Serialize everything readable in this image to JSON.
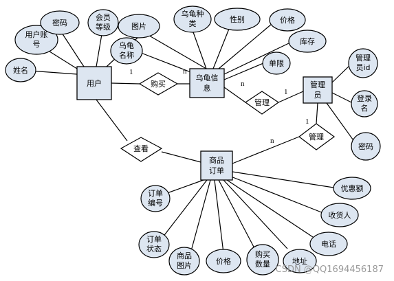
{
  "entities": {
    "user": [
      "用户"
    ],
    "turtle": [
      "乌龟信",
      "息"
    ],
    "admin": [
      "管理",
      "员"
    ],
    "order": [
      "商品",
      "订单"
    ]
  },
  "relationships": {
    "buy": [
      "购买"
    ],
    "manage1": [
      "管理"
    ],
    "manage2": [
      "管理"
    ],
    "view": [
      "查看"
    ]
  },
  "attributes": {
    "name": [
      "姓名"
    ],
    "account": [
      "用户账",
      "号"
    ],
    "user_password": [
      "密码"
    ],
    "member_level": [
      "会员",
      "等级"
    ],
    "image": [
      "图片"
    ],
    "turtle_type": [
      "乌龟种",
      "类"
    ],
    "gender": [
      "性别"
    ],
    "price": [
      "价格"
    ],
    "turtle_name": [
      "乌龟",
      "名称"
    ],
    "stock": [
      "库存"
    ],
    "unit_price": [
      "单限"
    ],
    "admin_id": [
      "管理",
      "员id"
    ],
    "login_name": [
      "登录",
      "名"
    ],
    "admin_password": [
      "密码"
    ],
    "order_no": [
      "订单",
      "编号"
    ],
    "discount": [
      "优惠额"
    ],
    "receiver": [
      "收货人"
    ],
    "phone": [
      "电话"
    ],
    "order_status": [
      "订单",
      "状态"
    ],
    "goods_image": [
      "商品",
      "图片"
    ],
    "order_price": [
      "价格"
    ],
    "qty": [
      "购买",
      "数量"
    ],
    "address": [
      "地址"
    ]
  },
  "cardinalities": {
    "buy_user": "1",
    "buy_turtle": "n",
    "manage1_turtle": "n",
    "manage1_admin": "1",
    "manage2_admin": "1",
    "manage2_order": "n"
  },
  "watermark": "CSDN @QQ1694456187"
}
